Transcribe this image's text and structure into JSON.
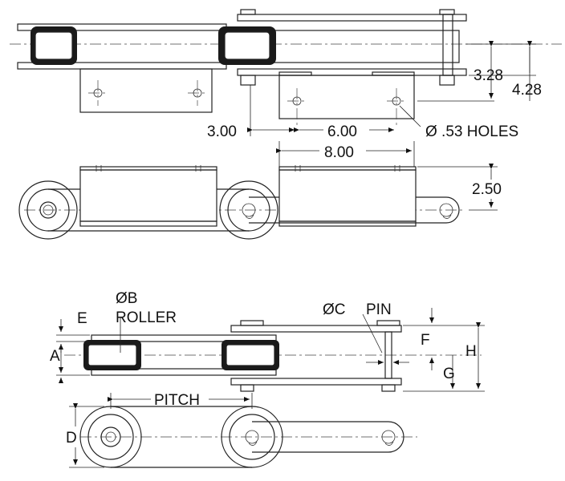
{
  "top_view": {
    "dim_height_inner": "3.28",
    "dim_height_outer": "4.28",
    "dim_offset": "3.00",
    "dim_hole_spacing": "6.00",
    "hole_callout": "Ø  .53  HOLES",
    "dim_attachment_length": "8.00"
  },
  "side_view_top": {
    "dim_attachment_height": "2.50"
  },
  "generic_view": {
    "label_E": "E",
    "label_roller_dia": "ØB",
    "label_roller": "ROLLER",
    "label_A": "A",
    "label_pin_dia": "ØC",
    "label_pin": "PIN",
    "label_F": "F",
    "label_G": "G",
    "label_H": "H",
    "label_pitch": "PITCH",
    "label_D": "D"
  }
}
